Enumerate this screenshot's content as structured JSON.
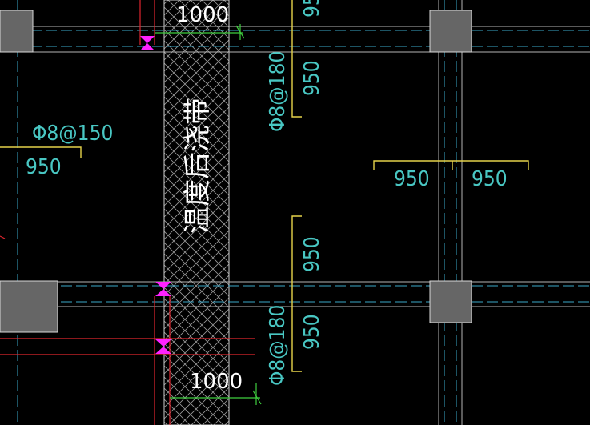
{
  "drawing": {
    "band_label": "温度后浇带",
    "top_rebar_label": "Φ8@180",
    "bottom_rebar_label": "Φ8@180",
    "left_rebar_label": "Φ8@150",
    "top_dim": "1000",
    "bottom_dim": "1000",
    "left_span": "950",
    "right_span_left": "950",
    "right_span_right": "950",
    "top_span_a": "950",
    "top_span_b": "950",
    "bottom_span_a": "950",
    "bottom_span_b": "950"
  },
  "colors": {
    "background": "#000000",
    "axis_cyan": "#3aa7c9",
    "text_cyan": "#49c7c3",
    "dim_yellow": "#e6d34a",
    "dim_green": "#3fcf3f",
    "red_line": "#e0262e",
    "marker_magenta": "#ff22ff",
    "column_fill": "#666666"
  }
}
